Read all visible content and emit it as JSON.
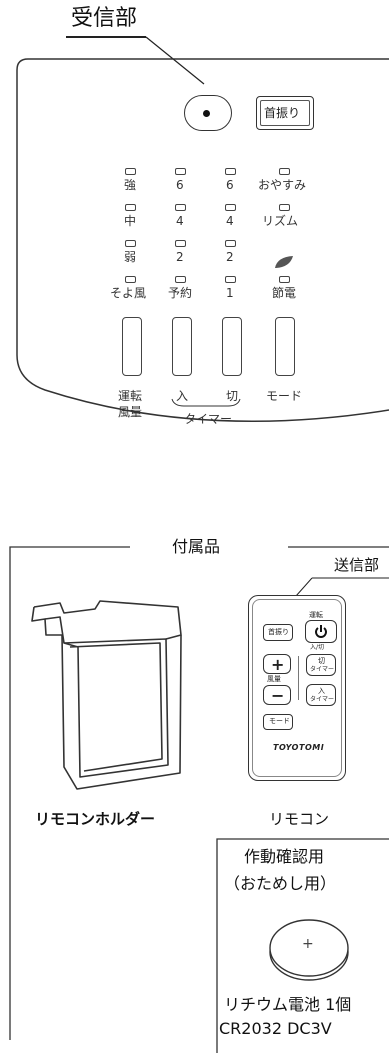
{
  "receiver_label": "受信部",
  "panel": {
    "swing_button": "首振り",
    "indicators": {
      "row1": [
        "強",
        "6",
        "6",
        "おやすみ"
      ],
      "row2": [
        "中",
        "4",
        "4",
        "リズム"
      ],
      "row3": [
        "弱",
        "2",
        "2"
      ],
      "row4": [
        "そよ風",
        "予約",
        "1",
        "節電"
      ]
    },
    "buttons": {
      "run_line1": "運転",
      "run_line2": "風量",
      "timer_on": "入",
      "timer_off": "切",
      "mode": "モード",
      "timer": "タイマー"
    }
  },
  "accessories": {
    "title": "付属品",
    "transmitter_label": "送信部",
    "holder_name": "リモコンホルダー",
    "remote_name": "リモコン",
    "remote": {
      "swing": "首振り",
      "run": "運転",
      "on_off": "入/切",
      "airflow": "風量",
      "plus": "+",
      "minus": "−",
      "off_timer_1": "切",
      "off_timer_2": "タイマー",
      "on_timer_1": "入",
      "on_timer_2": "タイマー",
      "mode": "モード",
      "brand": "TOYOTOMI"
    },
    "battery_box": {
      "line1": "作動確認用",
      "line2": "（おためし用）",
      "plus": "+",
      "line3": "リチウム電池 1個",
      "line4": "CR2032 DC3V"
    }
  }
}
